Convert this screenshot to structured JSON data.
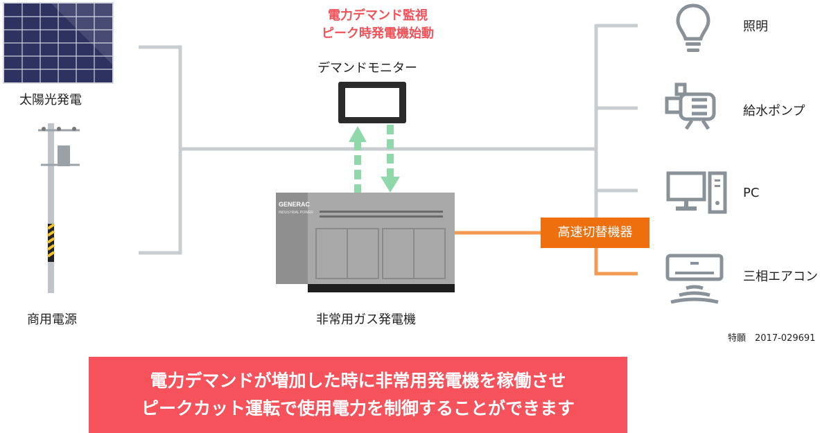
{
  "sources": {
    "solar_label": "太陽光発電",
    "grid_label": "商用電源"
  },
  "monitor": {
    "title_line1": "電力デマンド監視",
    "title_line2": "ピーク時発電機始動",
    "label": "デマンドモニター"
  },
  "generator": {
    "label": "非常用ガス発電機",
    "brand": "GENERAC",
    "brand_sub": "INDUSTRIAL POWER"
  },
  "switch": {
    "label": "高速切替機器"
  },
  "loads": [
    {
      "label": "照明",
      "icon": "light-bulb-icon"
    },
    {
      "label": "給水ポンプ",
      "icon": "water-pump-icon"
    },
    {
      "label": "PC",
      "icon": "pc-icon"
    },
    {
      "label": "三相エアコン",
      "icon": "air-conditioner-icon"
    }
  ],
  "patent": "特願　2017-029691",
  "banner": {
    "line1": "電力デマンドが増加した時に非常用発電機を稼働させ",
    "line2": "ピークカット運転で使用電力を制御することができます"
  },
  "colors": {
    "line_gray": "#c8cdd1",
    "arrow_green": "#8fd8aa",
    "orange": "#ee6f0e",
    "orange_line": "#f39a55",
    "red": "#f0525a",
    "icon_gray": "#8a9299"
  }
}
